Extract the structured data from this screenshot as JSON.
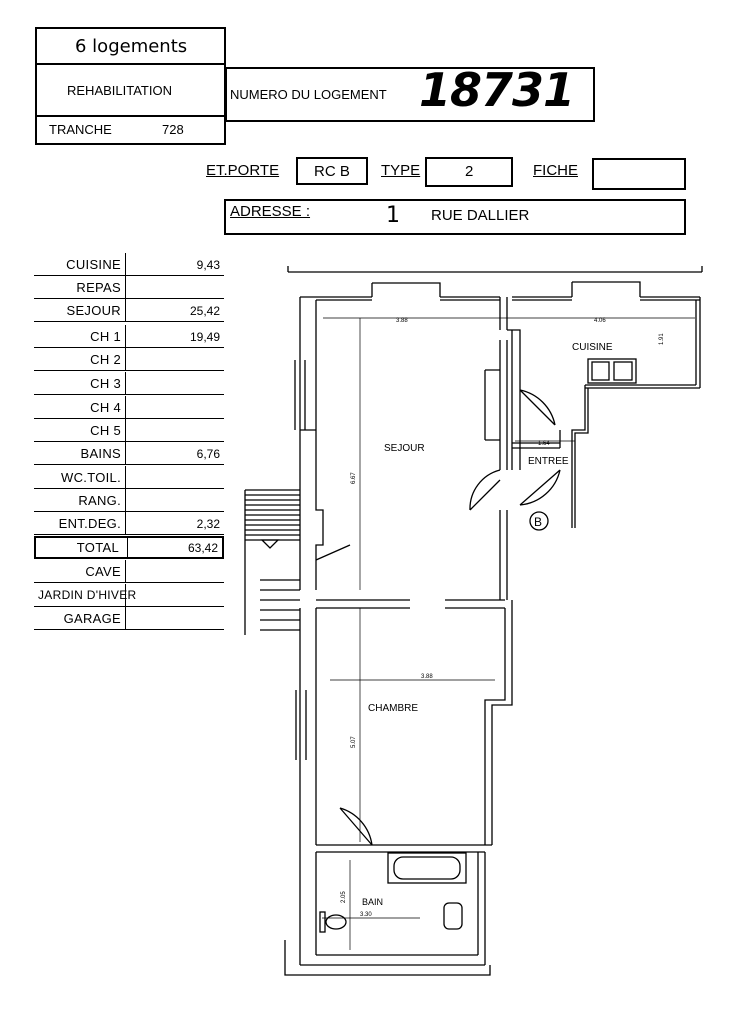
{
  "header": {
    "title": "6 logements",
    "rehab": "REHABILITATION",
    "tranche_label": "TRANCHE",
    "tranche_value": "728",
    "numero_label": "NUMERO DU LOGEMENT",
    "numero_value": "18731"
  },
  "info": {
    "etporte_label": "ET.PORTE",
    "etporte_value": "RC B",
    "type_label": "TYPE",
    "type_value": "2",
    "fiche_label": "FICHE",
    "fiche_value": "",
    "adresse_label": "ADRESSE :",
    "adresse_number": "1",
    "adresse_street": "RUE DALLIER"
  },
  "surfaces": [
    {
      "label": "CUISINE",
      "value": "9,43"
    },
    {
      "label": "REPAS",
      "value": ""
    },
    {
      "label": "SEJOUR",
      "value": "25,42"
    },
    {
      "label": "CH 1",
      "value": "19,49"
    },
    {
      "label": "CH 2",
      "value": ""
    },
    {
      "label": "CH 3",
      "value": ""
    },
    {
      "label": "CH 4",
      "value": ""
    },
    {
      "label": "CH 5",
      "value": ""
    },
    {
      "label": "BAINS",
      "value": "6,76"
    },
    {
      "label": "WC.TOIL.",
      "value": ""
    },
    {
      "label": "RANG.",
      "value": ""
    },
    {
      "label": "ENT.DEG.",
      "value": "2,32"
    },
    {
      "label": "TOTAL",
      "value": "63,42"
    },
    {
      "label": "CAVE",
      "value": ""
    },
    {
      "label": "JARDIN D'HIVER",
      "value": ""
    },
    {
      "label": "GARAGE",
      "value": ""
    }
  ],
  "plan": {
    "rooms": {
      "cuisine": "CUISINE",
      "sejour": "SEJOUR",
      "entree": "ENTREE",
      "chambre": "CHAMBRE",
      "bain": "BAIN"
    },
    "dims": {
      "sejour_width": "3.88",
      "cuisine_width": "4.06",
      "cuisine_depth": "1.91",
      "sejour_length": "6.67",
      "entree_width": "1.64",
      "chambre_width": "3.88",
      "chambre_length": "5.07",
      "bain_height": "2.05",
      "bain_width": "3.30"
    },
    "door_marker": "B"
  }
}
